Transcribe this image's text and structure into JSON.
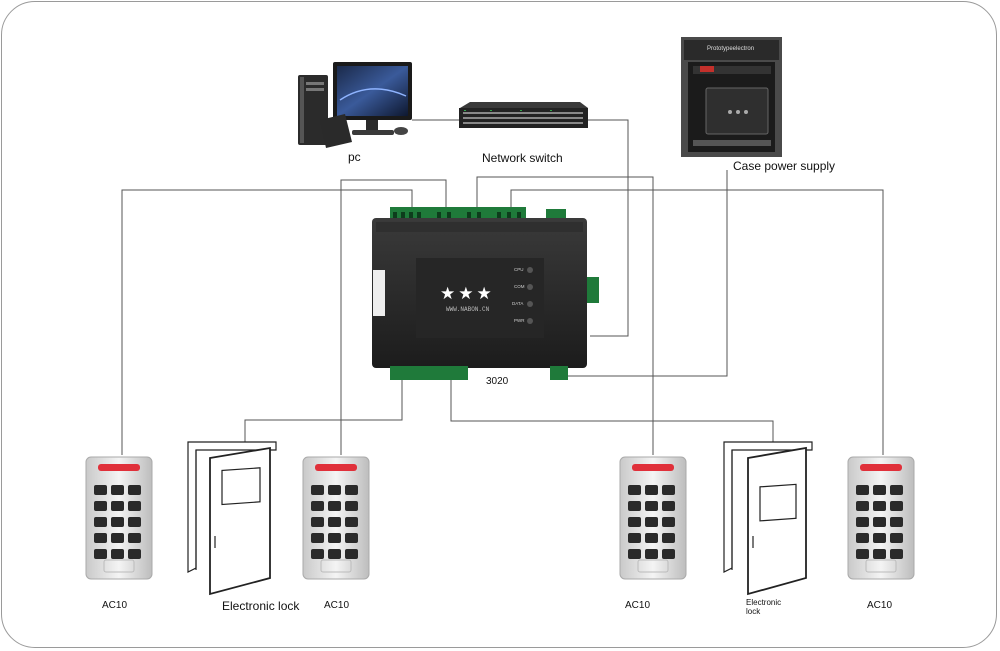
{
  "labels": {
    "pc": "pc",
    "network_switch": "Network switch",
    "case_power_supply": "Case power supply",
    "controller_model": "3020",
    "electronic_lock": "Electronic lock",
    "electronic_lock_small_line1": "Electronic",
    "electronic_lock_small_line2": "lock",
    "reader_1": "AC10",
    "reader_2": "AC10",
    "reader_3": "AC10",
    "reader_4": "AC10"
  },
  "controller": {
    "stars": "★★★",
    "website": "WWW.NABON.CN",
    "leds": [
      "CPU",
      "COM",
      "DATA",
      "PWR"
    ]
  },
  "power_supply": {
    "title": "Prototypeelectron"
  },
  "colors": {
    "wire": "#555555",
    "controller_body": "#2a2a2a",
    "reader_led": "#e0303a",
    "terminal_green": "#1f7a3a"
  }
}
